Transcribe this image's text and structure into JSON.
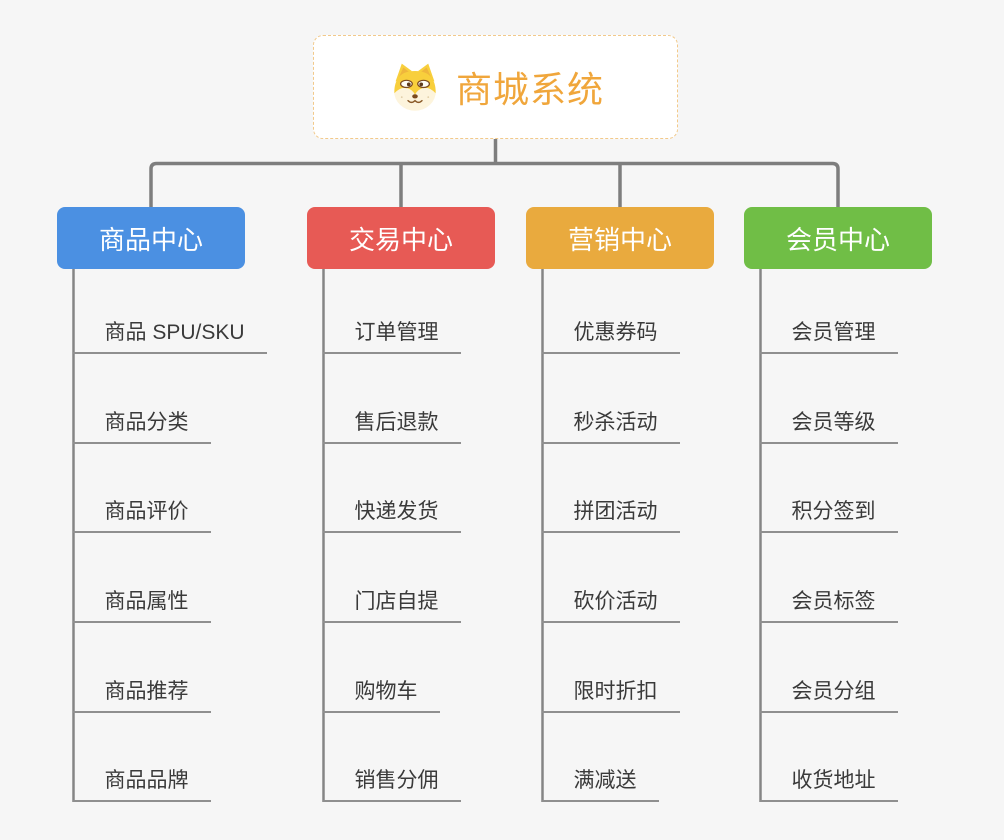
{
  "canvas": {
    "background": "#F6F6F6",
    "connector_color": "#7E7E7E",
    "trunk_color": "#858585",
    "underline_color": "#8F8F8F",
    "text_color": "#3A3A3A"
  },
  "root": {
    "title": "商城系统",
    "icon": "dog-face-icon",
    "text_color": "#F0A63B",
    "border_color": "#F2C98A",
    "background": "#FFFFFF"
  },
  "branches": [
    {
      "label": "商品中心",
      "color": "#4B90E2",
      "children": [
        "商品 SPU/SKU",
        "商品分类",
        "商品评价",
        "商品属性",
        "商品推荐",
        "商品品牌"
      ]
    },
    {
      "label": "交易中心",
      "color": "#E75A55",
      "children": [
        "订单管理",
        "售后退款",
        "快递发货",
        "门店自提",
        "购物车",
        "销售分佣"
      ]
    },
    {
      "label": "营销中心",
      "color": "#E9AA3E",
      "children": [
        "优惠券码",
        "秒杀活动",
        "拼团活动",
        "砍价活动",
        "限时折扣",
        "满减送"
      ]
    },
    {
      "label": "会员中心",
      "color": "#70BE46",
      "children": [
        "会员管理",
        "会员等级",
        "积分签到",
        "会员标签",
        "会员分组",
        "收货地址"
      ]
    }
  ]
}
